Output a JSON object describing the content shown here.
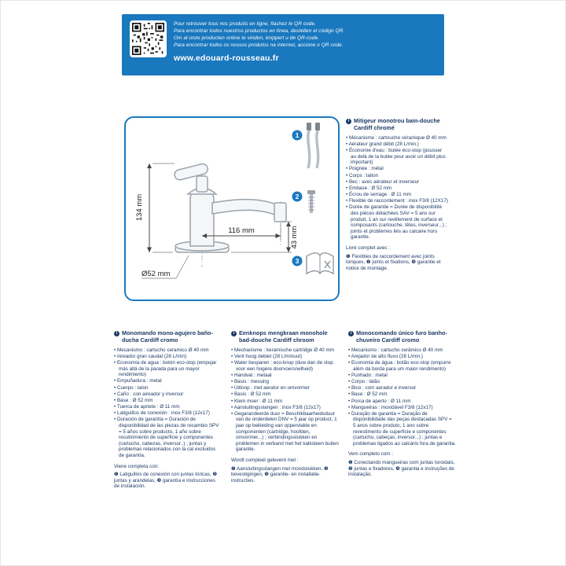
{
  "colors": {
    "brand_blue": "#1a78be",
    "text_navy": "#1d3a66"
  },
  "icons": {
    "info": "i"
  },
  "header": {
    "lines": [
      "Pour retrouver tous nos produits en ligne, flashez le QR code.",
      "Para encontrar todos nuestros productos en línea, destellen el código QR.",
      "Om al onze producten online te vinden, knippert u de QR-code.",
      "Para encontrar todos os nossos produtos na internet, accione o QR code."
    ],
    "website": "www.edouard-rousseau.fr"
  },
  "diagram": {
    "dims": {
      "height": "134 mm",
      "reach": "116 mm",
      "spout_height": "43 mm",
      "base": "Ø52 mm"
    },
    "markers": [
      "1",
      "2",
      "3"
    ]
  },
  "products": {
    "fr": {
      "title": "Mitigeur monotrou bain-douche Cardiff chromé",
      "bullets": [
        "Mécanisme : cartouche céramique Ø 40 mm",
        "Aérateur grand débit (28 L/min.)",
        "Économie d'eau : butée éco-stop (pousser au delà de la butée pour avoir un débit plus important)",
        "Poignée : métal",
        "Corps : laiton",
        "Bec : avec aérateur et inverseur",
        "Embase : Ø 52 mm",
        "Écrou de serrage : Ø 11 mm",
        "Flexible de raccordement : inox F3/8 (12X17)",
        "Durée de garantie = Durée de disponibilité des pièces détachées SAV = 5 ans sur produit, 1 an sur revêtement de surface et composants (cartouche, têtes, inverseur...) ; joints et problèmes liés au calcaire hors garantie."
      ],
      "included_title": "Livré complet avec :",
      "included": "❶ Flexibles de raccordement avec joints toriques, ❷ joints et fixations, ❸ garantie et notice de montage."
    },
    "es": {
      "title": "Monomando mono-agujero baño-ducha Cardiff cromo",
      "bullets": [
        "Mecanismo : cartucho ceramico Ø 40 mm",
        "Aireador gran caudal (28 L/min)",
        "Economía de agua : botón eco-stop (empujar más allá de la parada para un mayor rendimiento)",
        "Empuñadura : metal",
        "Cuerpo : laton",
        "Caño : con aireador y inversor",
        "Base : Ø 52 mm",
        "Tuerca de apriete : Ø 11 mm",
        "Latiguillos de conexión : inox F3/8 (12x17)",
        "Duración de garantía = Duración de disponibilidad de las piezas de recambio SPV = 5 años sobre producto, 1 año sobre recubrimiento de superficie y componentes (cartucho, cabezas, inversor..) ; juntas y problemas relacionados con la cal excluidos de garantía."
      ],
      "included_title": "Viene completa con:",
      "included": "❶ Latiguillos de conexión con juntas tóricas, ❷ juntas y arandelas, ❸ garantía e instrucciones de instalación."
    },
    "nl": {
      "title": "Eenknops mengkraan monohole bad-douche Cardiff chroom",
      "bullets": [
        "Mechanisme : keramische cartridge Ø 40 mm",
        "Vent hoog debiet (28 L/minuut)",
        "Water besparen : eco-knop (duw dan de stop voor een hogere doorvoersnelheid)",
        "Handvat : metaal",
        "Basis : messing",
        "Uitloop : met aerator en omvormer",
        "Basis : Ø 52 mm",
        "Klem moer : Ø 11 mm",
        "Aansluitingsslangen : inox F3/8 (12x17)",
        "Gegarandeerde duur = Beschikbaarheidsduur van de onderdelen DNV = 5 jaar op product, 1 jaar op bekleding van oppervlakte en componenten (cartridge, hoofden, omvormer...) ; verbindingsstukken en problemen in verband met het kalksteen buiten garantie."
      ],
      "included_title": "Wordt compleet geleverd met :",
      "included": "❶ Aansluitingsslangen met mondstukken, ❷ bevestigingen, ❸ garantie- en installatie-instructies."
    },
    "pt": {
      "title": "Monocomando único furo banho-chuveiro Cardiff cromo",
      "bullets": [
        "Mecanismo : cartucho cerâmico Ø 40 mm",
        "Arejador de alto fluxo (28 L/min.)",
        "Economia de água : botão eco-stop (empurre além da borda para um maior rendimento)",
        "Punhado : metal",
        "Corpo : latão",
        "Bico : com aerador e inversor",
        "Base : Ø 52 mm",
        "Porca de aperto : Ø 11 mm",
        "Mangueiras : inoxidável F3/8 (12x17)",
        "Duração de garantia = Duração de disponibilidade das peças destacadas SPV = 5 anos sobre produto, 1 ano sobre revestimento de superfície e componentes (cartucho, cabeças, inversor...) ; juntas e problemas ligados ao calcário fora de garantia."
      ],
      "included_title": "Vem completo com :",
      "included": "❶ Conectando mangueiras com juntas toroidais, ❷ juntas e fixadores, ❸ garantia e instruções de instalação."
    }
  }
}
